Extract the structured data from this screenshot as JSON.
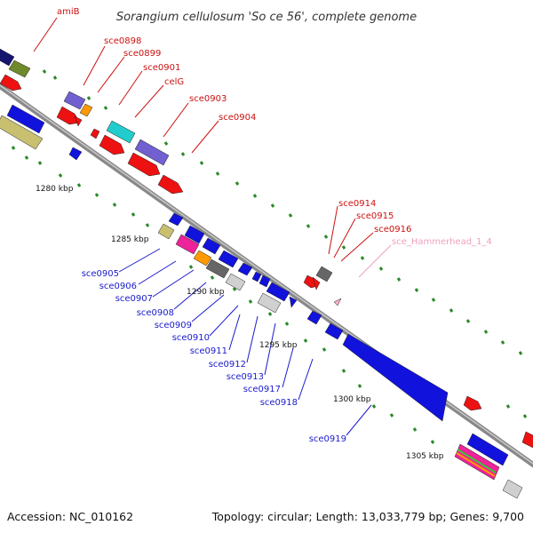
{
  "title": "Sorangium cellulosum 'So ce 56', complete genome",
  "footer": {
    "accession": "Accession: NC_010162",
    "summary": "Topology: circular; Length: 13,033,779 bp; Genes: 9,700"
  },
  "scale_labels": [
    "1280 kbp",
    "1285 kbp",
    "1290 kbp",
    "1295 kbp",
    "1300 kbp",
    "1305 kbp"
  ],
  "colors": {
    "forward_label": "#cc1111",
    "reverse_label": "#1a1acc",
    "rna_label": "#f0a0c0",
    "backbone": "#888888",
    "tick": "#2b8a2b"
  },
  "forward_labels": [
    "amiB",
    "sce0898",
    "sce0899",
    "sce0901",
    "celG",
    "sce0903",
    "sce0904",
    "sce0914",
    "sce0915",
    "sce0916",
    "sce_Hammerhead_1_4"
  ],
  "reverse_labels": [
    "sce0905",
    "sce0906",
    "sce0907",
    "sce0908",
    "sce0909",
    "sce0910",
    "sce0911",
    "sce0912",
    "sce0913",
    "sce0917",
    "sce0918",
    "sce0919"
  ]
}
